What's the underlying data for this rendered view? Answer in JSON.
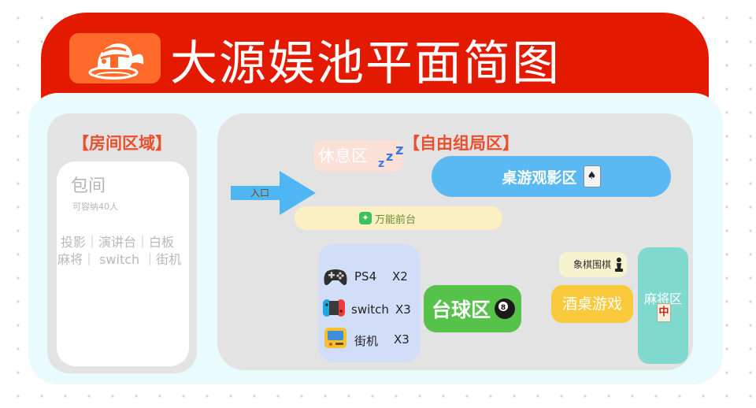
{
  "title": "大源娱池平面简图",
  "colors": {
    "header_red": "#e31a00",
    "logo_orange": "#ff6a2a",
    "section_title": "#e8502e",
    "panel_bg": "#e9fbfc",
    "zone_gray": "#e3e3e3",
    "board_zone": "#5ab8f3",
    "billiards_zone": "#55c24a",
    "drinking_zone": "#fbc93c",
    "mahjong_zone": "#7fd9ce",
    "game_box": "#d2def7",
    "service_desk": "#fcf0c2",
    "rest_zone": "#fbe0d8",
    "entrance_arrow": "#4fb6f4"
  },
  "room_section": {
    "title": "【房间区域】",
    "room_name": "包间",
    "capacity": "可容纳40人",
    "amenities_line1": "投影｜演讲台｜白板",
    "amenities_line2": "麻将｜ switch ｜街机"
  },
  "free_section": {
    "title": "【自由组局区】",
    "rest_zone": "休息区",
    "rest_icon": "zzz-icon",
    "board_game_zone": "桌游观影区",
    "board_game_icon": "playing-card-icon",
    "entrance": "入口",
    "service_desk": "万能前台",
    "service_icon": "sparkle-icon",
    "games": [
      {
        "icon": "gamepad-icon",
        "label": "PS4",
        "count": "X2"
      },
      {
        "icon": "switch-console-icon",
        "label": "switch",
        "count": "X3"
      },
      {
        "icon": "arcade-icon",
        "label": "街机",
        "count": "X3"
      }
    ],
    "billiards": "台球区",
    "billiards_icon": "8-ball-icon",
    "chess": "象棋围棋",
    "chess_icon": "chess-pawn-icon",
    "drinking_games": "酒桌游戏",
    "mahjong": "麻将区",
    "mahjong_tile": "中"
  }
}
